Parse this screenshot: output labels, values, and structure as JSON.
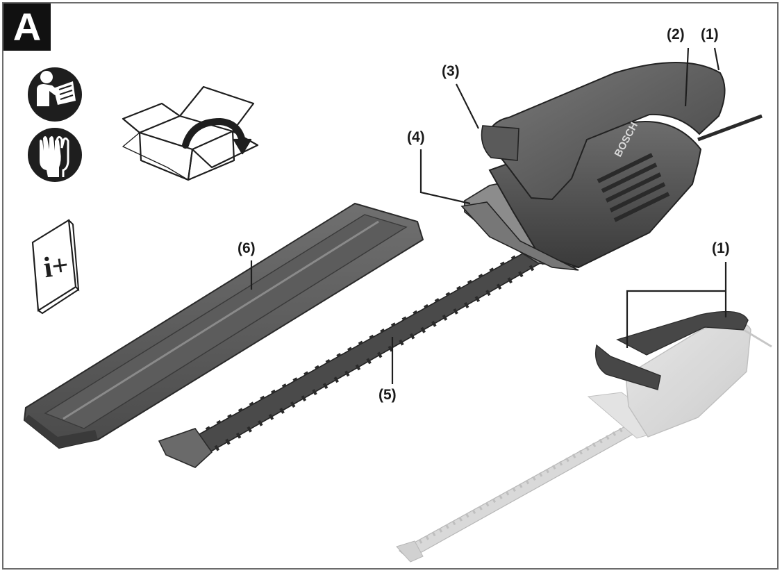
{
  "figure": {
    "panel_letter": "A",
    "brand": "BOSCH",
    "callouts": {
      "c1_top": "(1)",
      "c2": "(2)",
      "c3": "(3)",
      "c4": "(4)",
      "c5": "(5)",
      "c6": "(6)",
      "c1_side": "(1)"
    },
    "info_booklet_glyph": "i+",
    "icons": [
      "read-manual-icon",
      "wear-gloves-icon",
      "unboxing-icon",
      "info-booklet-icon"
    ]
  }
}
